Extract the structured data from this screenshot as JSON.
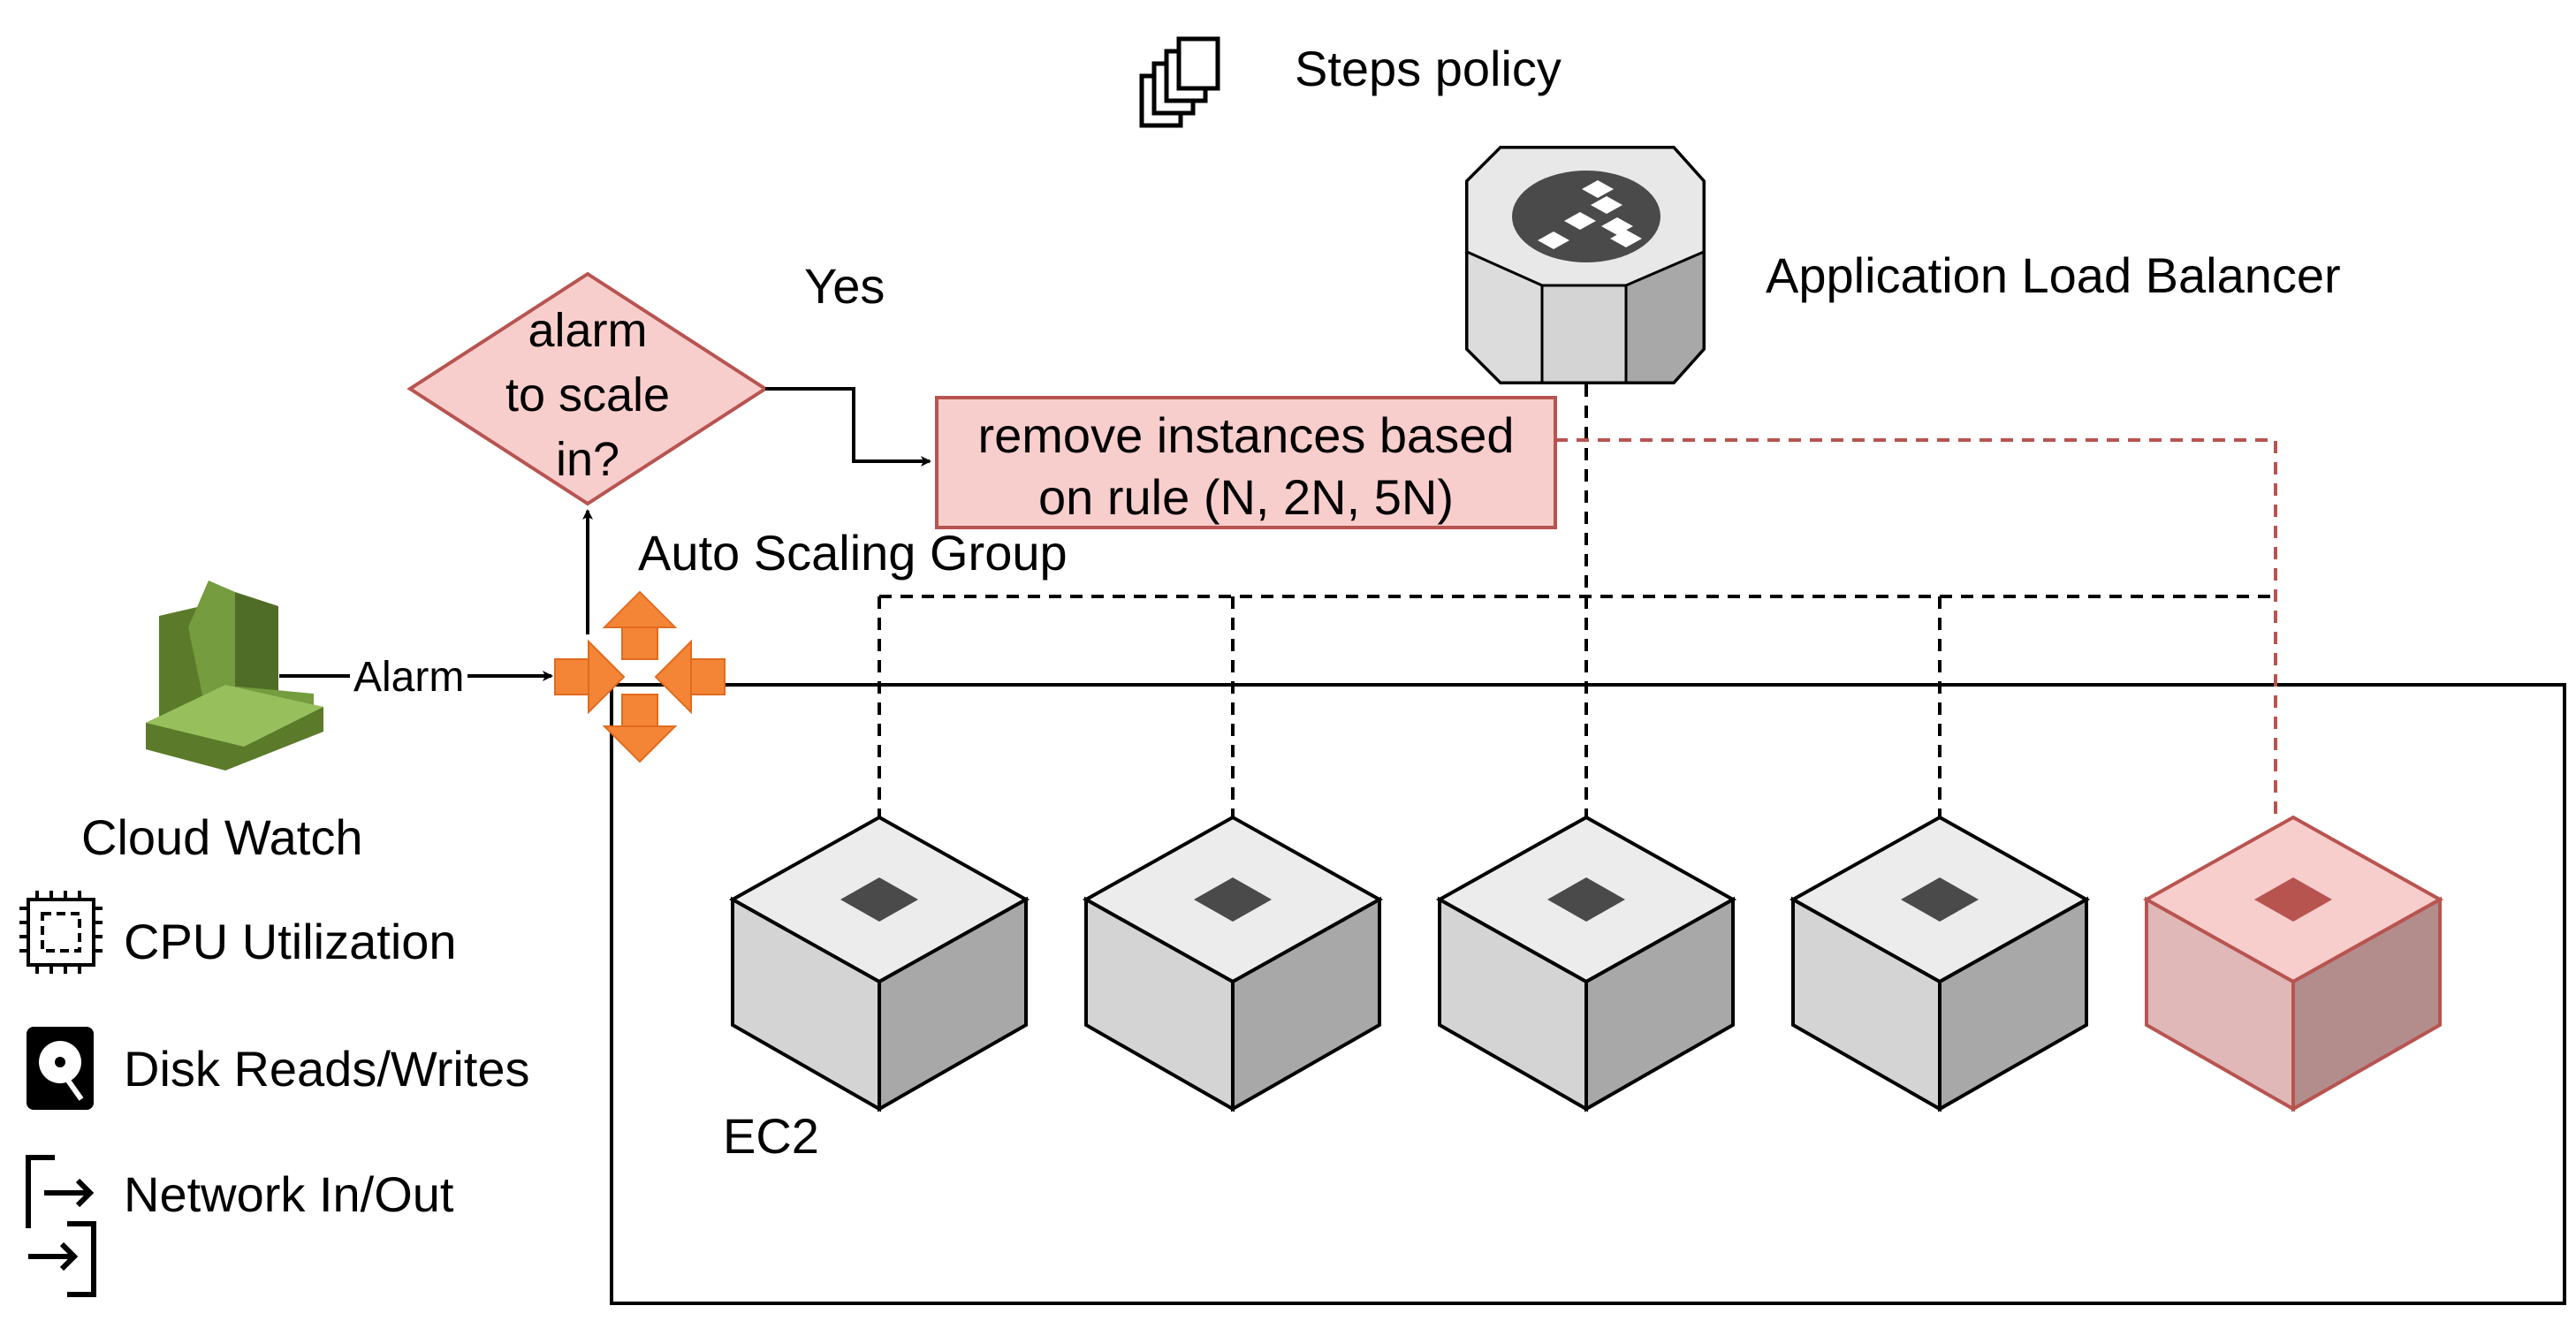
{
  "top_label": {
    "text": "Steps policy",
    "icon": "stacked-documents-icon"
  },
  "load_balancer": {
    "label": "Application Load Balancer",
    "icon": "application-load-balancer-icon"
  },
  "decision": {
    "label_lines": [
      "alarm",
      "to scale",
      "in?"
    ],
    "yes_label": "Yes"
  },
  "action_box": {
    "line1": "remove instances based",
    "line2": "on rule (N, 2N, 5N)"
  },
  "auto_scaling": {
    "label": "Auto Scaling Group",
    "icon": "auto-scaling-arrows-icon"
  },
  "cloudwatch": {
    "label": "Cloud Watch",
    "alarm_label": "Alarm",
    "icon": "cloudwatch-icon",
    "metrics": [
      {
        "label": "CPU Utilization",
        "icon": "cpu-chip-icon"
      },
      {
        "label": "Disk Reads/Writes",
        "icon": "hard-disk-icon"
      },
      {
        "label": "Network In/Out",
        "icon": "network-in-out-icon"
      }
    ]
  },
  "ec2": {
    "label": "EC2",
    "instances": [
      {
        "state": "normal"
      },
      {
        "state": "normal"
      },
      {
        "state": "normal"
      },
      {
        "state": "normal"
      },
      {
        "state": "removed"
      }
    ]
  },
  "colors": {
    "removed_fill": "#f8cecc",
    "removed_stroke": "#b85450",
    "aws_orange": "#f58536",
    "cloudwatch_green": "#759c3e"
  }
}
